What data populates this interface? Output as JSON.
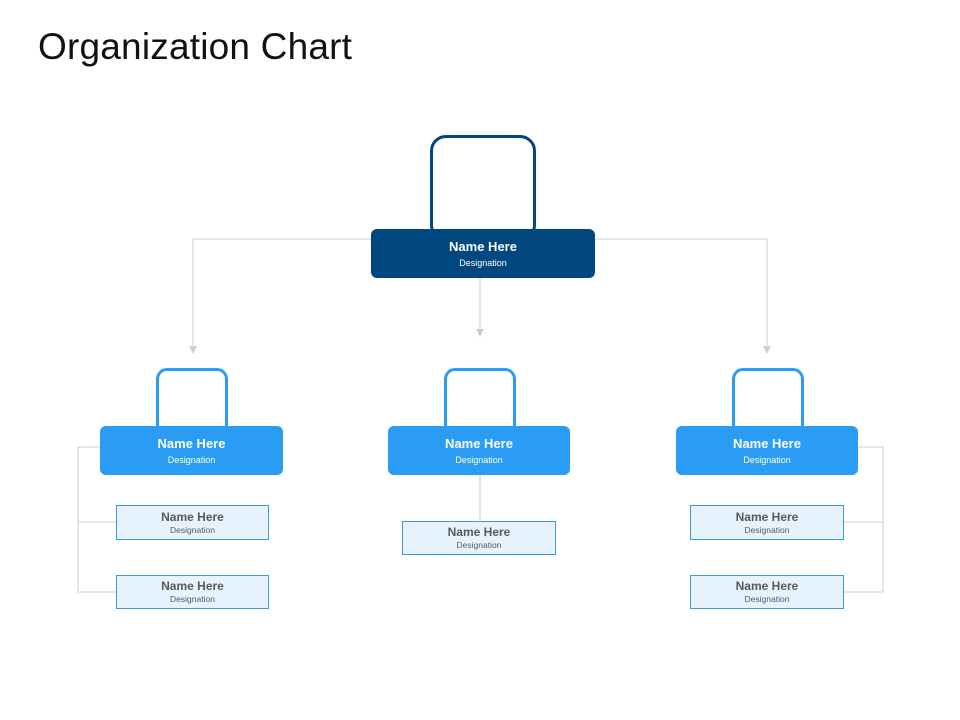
{
  "title": "Organization Chart",
  "colors": {
    "head": "#00467f",
    "manager": "#2b9cf4",
    "staff_fill": "#e6f3fc",
    "staff_border": "#3a9ad9",
    "connector": "#cfcfcf"
  },
  "head": {
    "name": "Name Here",
    "designation": "Designation"
  },
  "managers": [
    {
      "name": "Name Here",
      "designation": "Designation",
      "reports": [
        {
          "name": "Name Here",
          "designation": "Designation"
        },
        {
          "name": "Name Here",
          "designation": "Designation"
        }
      ]
    },
    {
      "name": "Name Here",
      "designation": "Designation",
      "reports": [
        {
          "name": "Name Here",
          "designation": "Designation"
        }
      ]
    },
    {
      "name": "Name Here",
      "designation": "Designation",
      "reports": [
        {
          "name": "Name Here",
          "designation": "Designation"
        },
        {
          "name": "Name Here",
          "designation": "Designation"
        }
      ]
    }
  ]
}
